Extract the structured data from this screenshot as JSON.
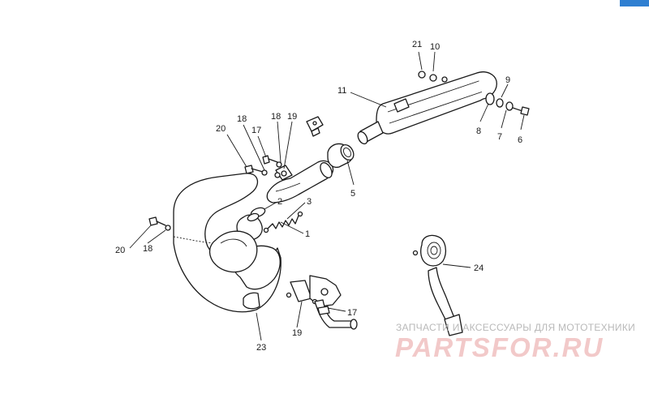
{
  "callouts": {
    "p1": "1",
    "p2": "2",
    "p3": "3",
    "p5": "5",
    "p6": "6",
    "p7": "7",
    "p8": "8",
    "p9": "9",
    "p10": "10",
    "p11": "11",
    "p17a": "17",
    "p17b": "17",
    "p18a": "18",
    "p18b": "18",
    "p18c": "18",
    "p19a": "19",
    "p19b": "19",
    "p20a": "20",
    "p20b": "20",
    "p21": "21",
    "p23": "23",
    "p24": "24"
  },
  "watermark": {
    "tagline": "ЗАПЧАСТИ И АКСЕССУАРЫ ДЛЯ МОТОТЕХНИКИ",
    "logo": "PARTSFOR.RU"
  },
  "colors": {
    "line": "#1a1a1a",
    "corner_tab": "#2f7fd1",
    "watermark_text": "#b9b9b9",
    "watermark_logo": "#f2c9c9"
  }
}
